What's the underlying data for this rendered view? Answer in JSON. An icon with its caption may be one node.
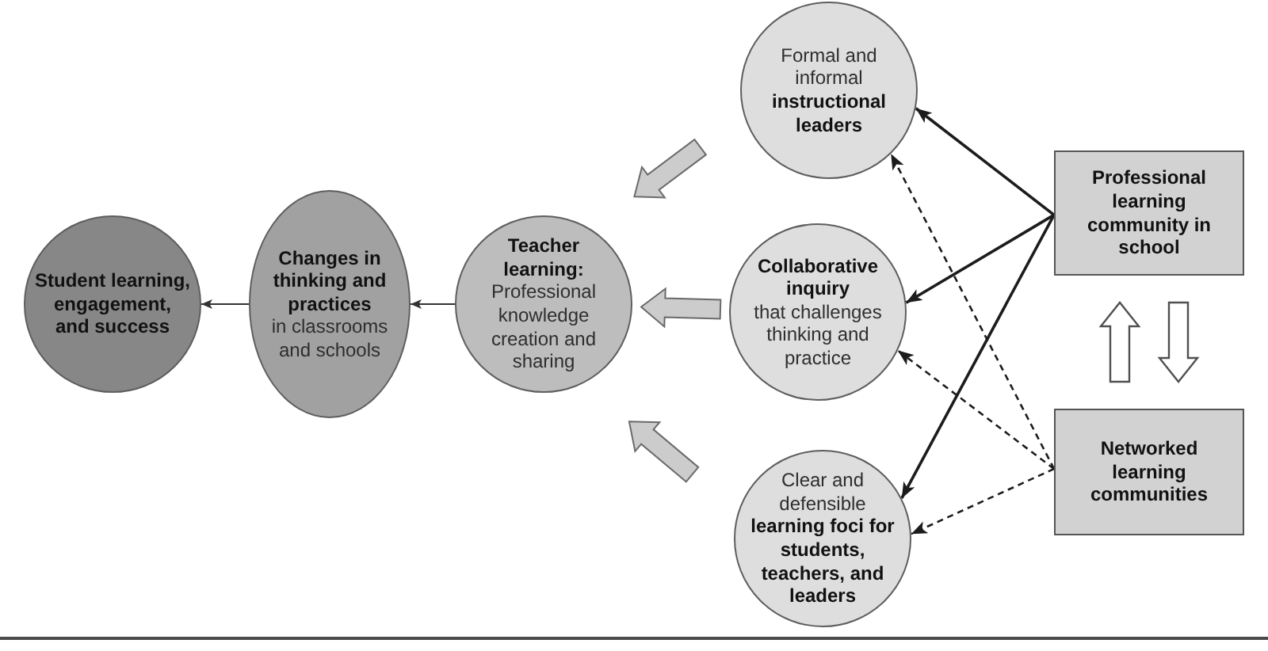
{
  "diagram": {
    "nodes": [
      {
        "text": [
          "Student learning, engagement, and success"
        ]
      },
      {
        "text": [
          "Changes in thinking and practices",
          "in classrooms and schools"
        ]
      },
      {
        "text": [
          "Teacher learning:",
          "Professional knowledge creation and sharing"
        ]
      },
      {
        "text": [
          "Formal and informal **instructional leaders**"
        ]
      },
      {
        "text": [
          "Collaborative inquiry",
          "that challenges thinking and practice"
        ]
      },
      {
        "text": [
          "Clear and defensible **learning foci for students, teachers, and leaders**"
        ]
      },
      {
        "text": [
          "Professional learning community in school"
        ]
      },
      {
        "text": [
          "Networked learning communities"
        ]
      }
    ],
    "edges": [
      {
        "from": 1,
        "to": 0,
        "arrow": "to"
      },
      {
        "from": 2,
        "to": 1,
        "arrow": "to"
      },
      {
        "from": 3,
        "to": 2,
        "arrow": "to",
        "style": "thick",
        "color": "#cccccc"
      },
      {
        "from": 4,
        "to": 2,
        "arrow": "to",
        "style": "thick",
        "color": "#cccccc"
      },
      {
        "from": 5,
        "to": 2,
        "arrow": "to",
        "style": "thick",
        "color": "#cccccc"
      },
      {
        "from": 6,
        "to": 3,
        "arrow": "to"
      },
      {
        "from": 6,
        "to": 4,
        "arrow": "to"
      },
      {
        "from": 6,
        "to": 5,
        "arrow": "to"
      },
      {
        "from": 7,
        "to": 3,
        "arrow": "to",
        "style": "dashed"
      },
      {
        "from": 7,
        "to": 4,
        "arrow": "to",
        "style": "dashed"
      },
      {
        "from": 7,
        "to": 5,
        "arrow": "to",
        "style": "dashed"
      },
      {
        "from": 6,
        "to": 7,
        "arrow": "to",
        "style": "thick"
      },
      {
        "from": 7,
        "to": 6,
        "arrow": "to",
        "style": "thick"
      }
    ]
  }
}
